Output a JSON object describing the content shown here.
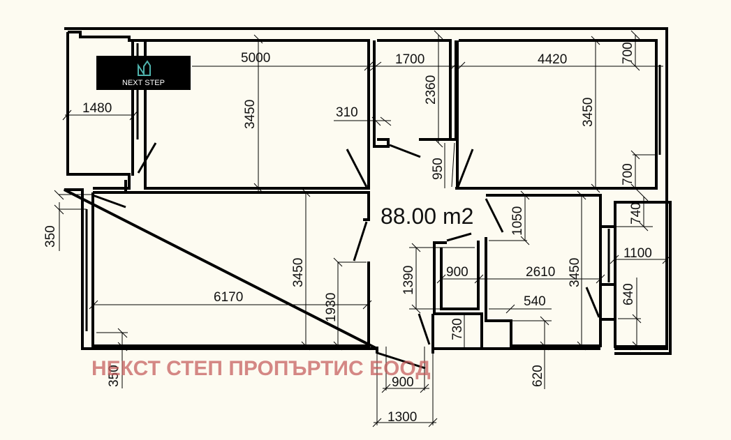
{
  "plan": {
    "total_area": "88.00 m2",
    "background_color": "#fdfbf1",
    "wall_color": "#000000"
  },
  "logo": {
    "text": "NEXT STEP",
    "icon": "house-ns-monogram-icon",
    "icon_color": "#4fb3ad",
    "box_color": "#000000"
  },
  "watermark": {
    "text": "НЕКСТ СТЕП ПРОПЪРТИС ЕООД",
    "color": "#c45a5a"
  },
  "dimensions": {
    "bedroom_left_width": "5000",
    "bedroom_left_height": "3450",
    "balcony_width": "1480",
    "bathroom_width": "1700",
    "bathroom_height": "2360",
    "bathroom_door_offset": "310",
    "corridor_gap": "950",
    "bedroom_right_width": "4420",
    "bedroom_right_height": "3450",
    "window_right_top": "700",
    "window_right_bottom": "700",
    "living_height": "3450",
    "living_width": "6170",
    "living_door_span": "1930",
    "left_window_offset_top": "350",
    "left_window_offset_bottom": "350",
    "kitchen_depth": "1050",
    "kitchen_width": "2610",
    "kitchen_height": "3450",
    "kitchen_step": "540",
    "kitchen_step_depth": "620",
    "wc_width": "900",
    "wc_height": "1390",
    "wc_lower": "730",
    "small_room_width": "1100",
    "small_room_top": "740",
    "small_room_bottom": "640",
    "entrance_door": "900",
    "entrance_total": "1300"
  }
}
